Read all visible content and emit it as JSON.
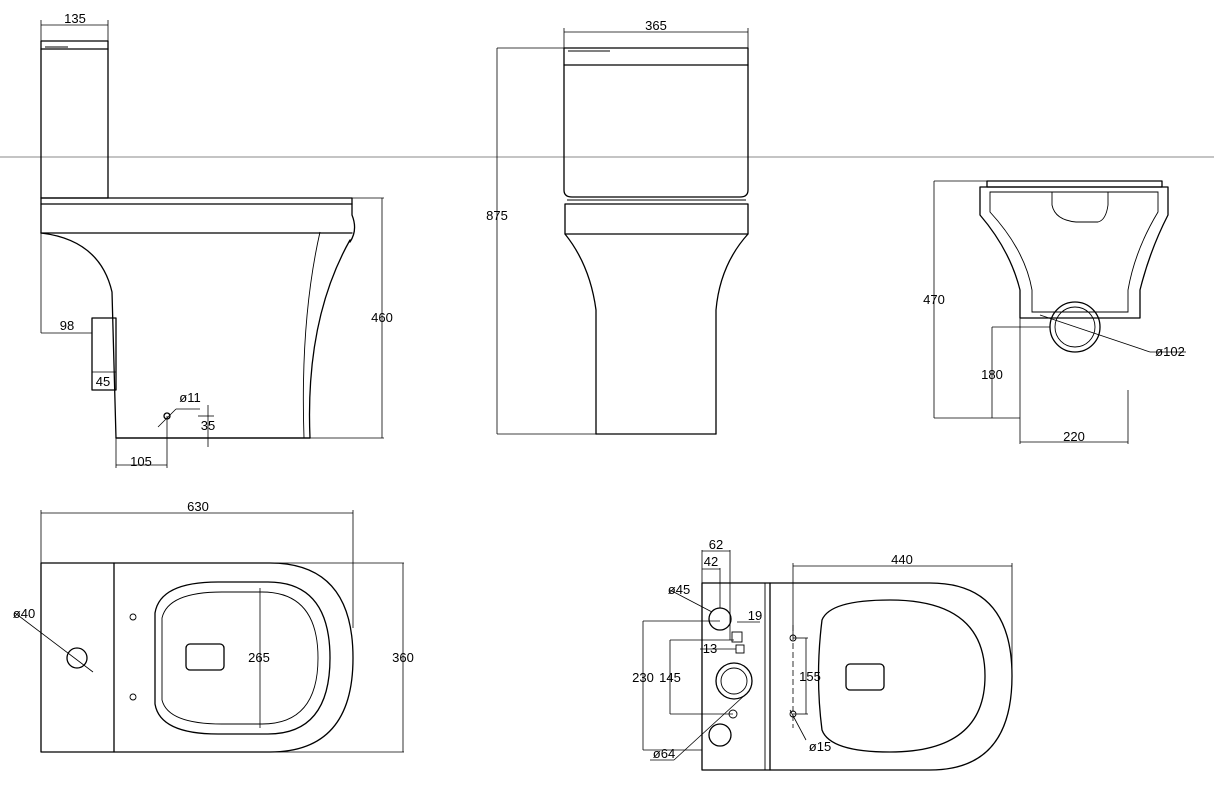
{
  "colors": {
    "line": "#000000",
    "divider": "#8a8a8a",
    "background": "#ffffff"
  },
  "side_view": {
    "tank_width": "135",
    "bowl_height": "460",
    "inlet_offset": "98",
    "inlet_height": "45",
    "fixing_hole": "ø11",
    "fixing_depth": "35",
    "fixing_offset": "105"
  },
  "front_view": {
    "width": "365",
    "overall_height": "875"
  },
  "rear_view": {
    "depth": "470",
    "outlet_height": "180",
    "outlet_diameter": "ø102",
    "base_width": "220"
  },
  "plan_view": {
    "length": "630",
    "width": "360",
    "seat_width": "265",
    "hole_diameter": "ø40"
  },
  "cistern_plan": {
    "offset_62": "62",
    "offset_42": "42",
    "hole_45": "ø45",
    "dim_19": "19",
    "dim_13": "13",
    "height_230": "230",
    "height_145": "145",
    "hole_64": "ø64",
    "bowl_length": "440",
    "fixing_spacing": "155",
    "hole_15": "ø15"
  }
}
